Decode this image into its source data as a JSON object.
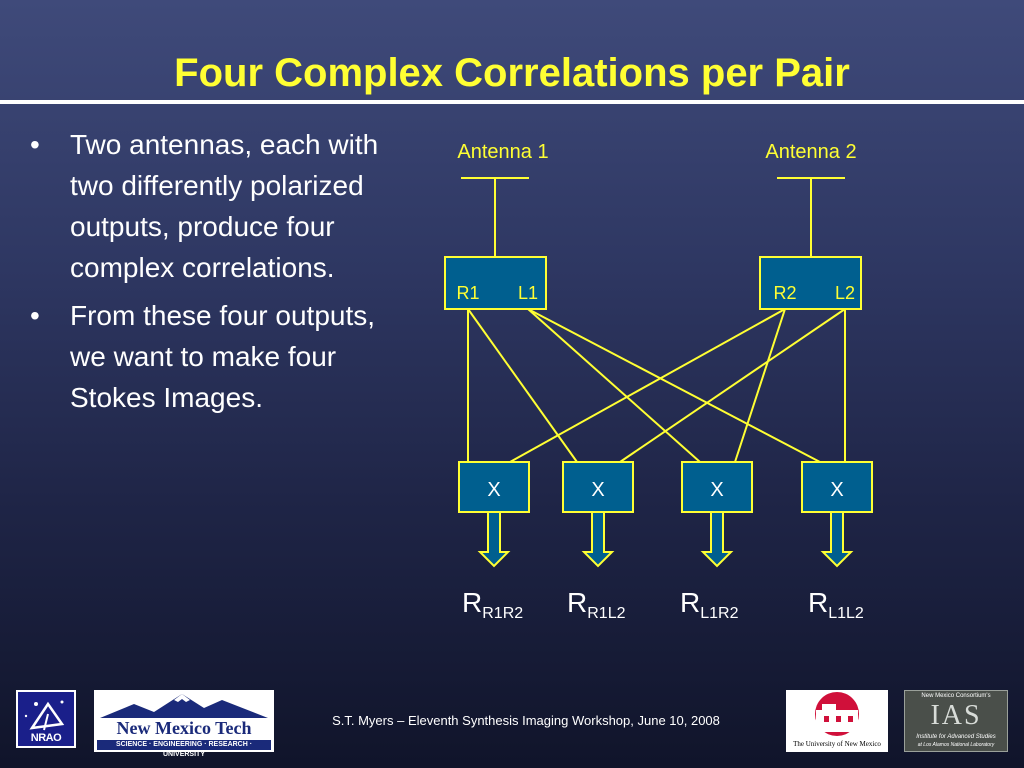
{
  "slide": {
    "title": "Four Complex Correlations per Pair",
    "bullets": [
      {
        "marker": "•",
        "text": "Two antennas, each with two differently polarized outputs, produce four complex correlations."
      },
      {
        "marker": "•",
        "text": "From these four outputs, we want to make four Stokes Images."
      }
    ]
  },
  "diagram": {
    "colors": {
      "line": "#ffff33",
      "box_fill": "#005f8f",
      "label": "#ffff33",
      "multiplier_text": "#ffffff",
      "result_text": "#ffffff"
    },
    "antennas": [
      {
        "label": "Antenna 1",
        "outputs": [
          "R1",
          "L1"
        ]
      },
      {
        "label": "Antenna 2",
        "outputs": [
          "R2",
          "L2"
        ]
      }
    ],
    "multipliers": [
      {
        "label": "X",
        "result_main": "R",
        "result_sub": "R1R2"
      },
      {
        "label": "X",
        "result_main": "R",
        "result_sub": "R1L2"
      },
      {
        "label": "X",
        "result_main": "R",
        "result_sub": "L1R2"
      },
      {
        "label": "X",
        "result_main": "R",
        "result_sub": "L1L2"
      }
    ]
  },
  "footer": {
    "citation": "S.T. Myers – Eleventh Synthesis Imaging Workshop, June 10, 2008",
    "logos": {
      "nrao": {
        "text": "NRAO"
      },
      "nmt": {
        "name": "New Mexico Tech",
        "tagline": "SCIENCE · ENGINEERING · RESEARCH · UNIVERSITY"
      },
      "unm": {
        "text": "The University of New Mexico"
      },
      "ias": {
        "consortium": "New Mexico Consortium's",
        "mark": "IAS",
        "institute": "Institute for Advanced Studies",
        "lab": "at Los Alamos National Laboratory"
      }
    }
  }
}
